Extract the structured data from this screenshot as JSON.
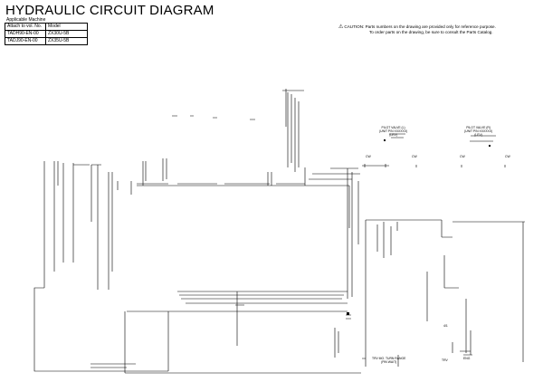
{
  "title": "HYDRAULIC CIRCUIT DIAGRAM",
  "applicable": {
    "label": "Applicable Machine",
    "header": [
      "Attach to vol. No.",
      "Model"
    ],
    "rows": [
      [
        "TADH90-EN-00",
        "ZX30U-5B"
      ],
      [
        "TADJ90-EN-00",
        "ZX35U-5B"
      ]
    ]
  },
  "caution": {
    "symbol": "⚠",
    "line1": "CAUTION: Parts numbers on the drawing are provided only for reference purpose.",
    "line2": "To order parts on the drawing, be sure to consult the Parts Catalog."
  },
  "labels": {
    "port_left_a": "PILOT VALVE (L)",
    "port_left_b": "(UNIT P/N XXXXXX)",
    "port_left_c": "(LEV)",
    "port_right_a": "PILOT VALVE (R)",
    "port_right_b": "(UNIT P/N XXXXXX)",
    "port_right_c": "(LEV)",
    "small_1": "CW",
    "small_2": "CW",
    "small_3": "CW",
    "small_4": "CW",
    "bottom_a": "TRV MO. TURN RANGE",
    "bottom_b": "(PIN WAIT)",
    "tiny_1": "TRV",
    "tiny_2": "ENG",
    "tiny_3": "4/1"
  }
}
